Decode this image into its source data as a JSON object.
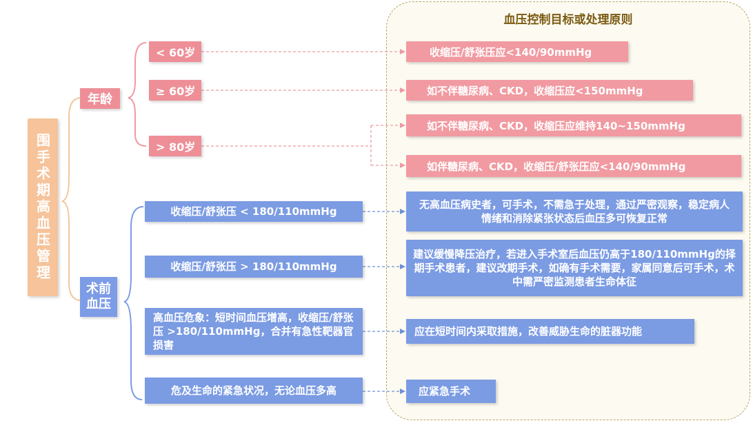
{
  "root": "围手术期高血压管理",
  "panel_title": "血压控制目标或处理原则",
  "categories": {
    "age": "年龄",
    "preop": "术前\n血压"
  },
  "age_nodes": [
    {
      "label": "< 60岁"
    },
    {
      "label": "≥ 60岁"
    },
    {
      "label": "> 80岁"
    }
  ],
  "age_targets": [
    "收缩压/舒张压应<140/90mmHg",
    "如不伴糖尿病、CKD，收缩压应<150mmHg",
    "如不伴糖尿病、CKD，收缩压应维持140~150mmHg",
    "如伴糖尿病、CKD，收缩压/舒张压应<140/90mmHg"
  ],
  "bp_nodes": [
    "收缩压/舒张压 < 180/110mmHg",
    "收缩压/舒张压 > 180/110mmHg",
    "高血压危象：短时间血压增高，收缩压/舒张压 >180/110mmHg，合并有急性靶器官损害",
    "危及生命的紧急状况，无论血压多高"
  ],
  "bp_actions": [
    "无高血压病史者，可手术，不需急于处理，通过严密观察，稳定病人情绪和消除紧张状态后血压多可恢复正常",
    "建议缓慢降压治疗，若进入手术室后血压仍高于180/110mmHg的择期手术患者，建议改期手术，如确有手术需要，家属同意后可手术，术中需严密监测患者生命体征",
    "应在短时间内采取措施，改善威胁生命的脏器功能",
    "应紧急手术"
  ],
  "colors": {
    "root": "#f6c39a",
    "age": "#ee8f98",
    "bp": "#7d9ce6",
    "panel_border": "#b8a46a",
    "title": "#7a5a12"
  }
}
